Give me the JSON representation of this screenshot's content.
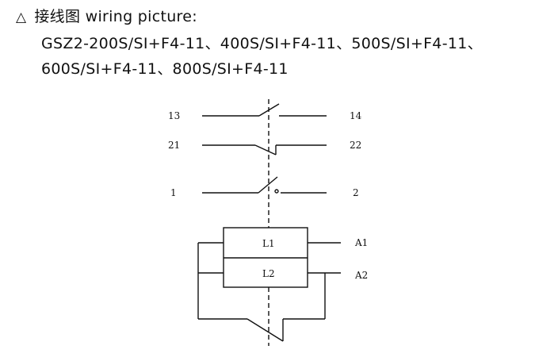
{
  "header": {
    "triangle": "△",
    "title": "接线图 wiring picture:",
    "line2": "GSZ2-200S/SI+F4-11、400S/SI+F4-11、500S/SI+F4-11、",
    "line3": "600S/SI+F4-11、800S/SI+F4-11"
  },
  "diagram": {
    "terminals": {
      "t13": "13",
      "t14": "14",
      "t21": "21",
      "t22": "22",
      "t1": "1",
      "t2": "2",
      "a1": "A1",
      "a2": "A2"
    },
    "coils": {
      "l1": "L1",
      "l2": "L2"
    }
  }
}
